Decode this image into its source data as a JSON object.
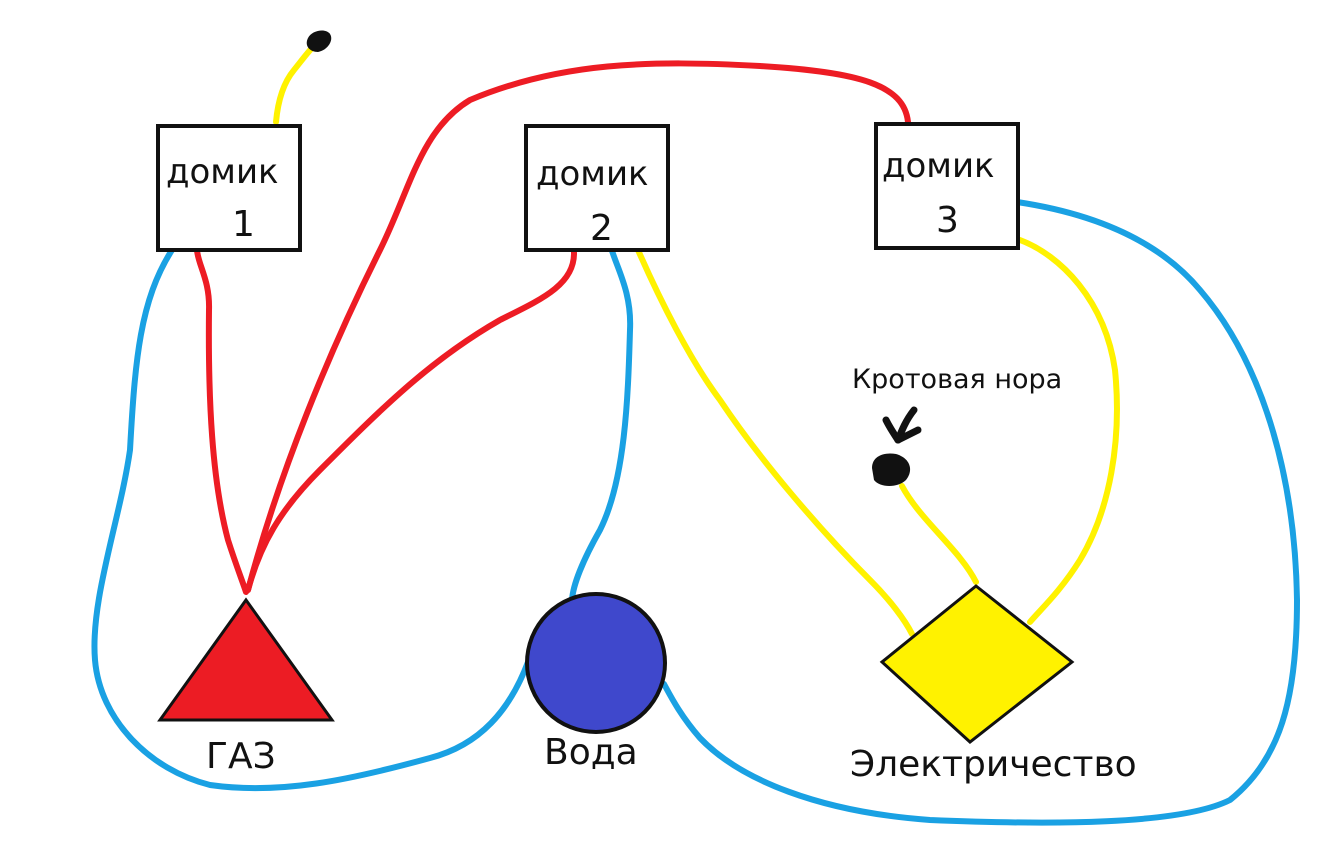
{
  "houses": [
    {
      "word": "домик",
      "number": "1"
    },
    {
      "word": "домик",
      "number": "2"
    },
    {
      "word": "домик",
      "number": "3"
    }
  ],
  "utilities": {
    "gas": {
      "label": "ГАЗ",
      "color": "#ec1c24",
      "shape": "triangle"
    },
    "water": {
      "label": "Вода",
      "color": "#3f48cc",
      "shape": "circle"
    },
    "electricity": {
      "label": "Электричество",
      "color": "#fff200",
      "shape": "diamond"
    }
  },
  "wormhole": {
    "label": "Кротовая нора",
    "color": "#111111"
  },
  "wire_colors": {
    "gas": "#ed1c24",
    "water": "#1aa1e3",
    "electricity": "#fff200"
  }
}
